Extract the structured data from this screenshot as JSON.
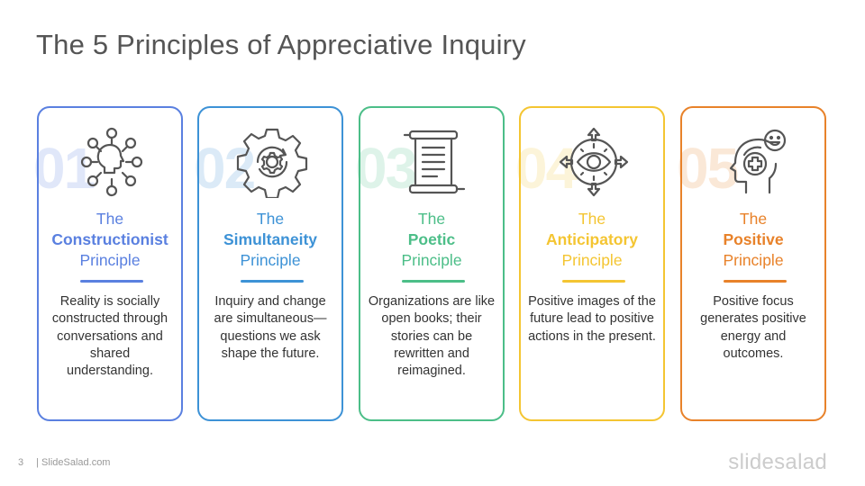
{
  "slide": {
    "title": "The 5 Principles of Appreciative Inquiry",
    "page_number": "3",
    "site": "| SlideSalad.com",
    "logo": "slidesalad"
  },
  "cards": [
    {
      "number": "01",
      "pre": "The",
      "name": "Constructionist",
      "post": "Principle",
      "desc": "Reality is socially constructed through conversations and shared understanding.",
      "color": "#5a80e0",
      "icon": "head-network-icon"
    },
    {
      "number": "02",
      "pre": "The",
      "name": "Simultaneity",
      "post": "Principle",
      "desc": "Inquiry and change are simultaneous—questions we ask shape the future.",
      "color": "#3d92d6",
      "icon": "gear-cycle-icon"
    },
    {
      "number": "03",
      "pre": "The",
      "name": "Poetic",
      "post": "Principle",
      "desc": "Organizations are like open books; their stories can be rewritten and reimagined.",
      "color": "#4cbe88",
      "icon": "scroll-icon"
    },
    {
      "number": "04",
      "pre": "The",
      "name": "Anticipatory",
      "post": "Principle",
      "desc": "Positive images of the future lead to positive actions in the present.",
      "color": "#f4c532",
      "icon": "eye-compass-icon"
    },
    {
      "number": "05",
      "pre": "The",
      "name": "Positive",
      "post": "Principle",
      "desc": "Positive focus generates positive energy and outcomes.",
      "color": "#e8822a",
      "icon": "positive-mind-icon"
    }
  ]
}
